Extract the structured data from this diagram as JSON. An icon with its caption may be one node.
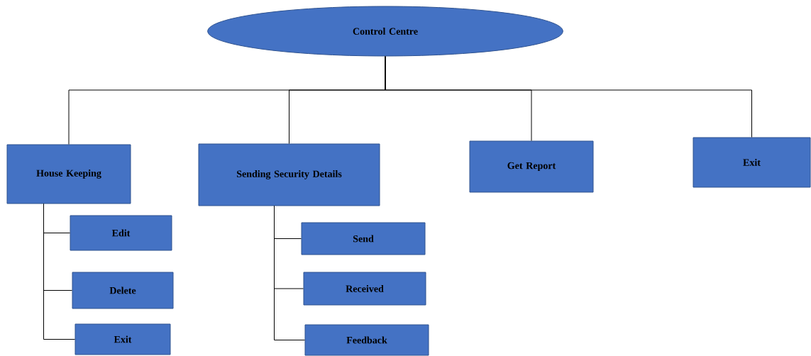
{
  "diagram": {
    "nodes": [
      {
        "text": [
          "Control Centre"
        ]
      },
      {
        "text": [
          "House Keeping"
        ]
      },
      {
        "text": [
          "Sending Security Details"
        ]
      },
      {
        "text": [
          "Get Report"
        ]
      },
      {
        "text": [
          "Exit"
        ]
      },
      {
        "text": [
          "Edit"
        ]
      },
      {
        "text": [
          "Delete"
        ]
      },
      {
        "text": [
          "Exit"
        ]
      },
      {
        "text": [
          "Send"
        ]
      },
      {
        "text": [
          "Received"
        ]
      },
      {
        "text": [
          "Feedback"
        ]
      }
    ],
    "edges": [
      {
        "from": 0,
        "to": 1,
        "arrow": "none"
      },
      {
        "from": 0,
        "to": 2,
        "arrow": "none"
      },
      {
        "from": 0,
        "to": 3,
        "arrow": "none"
      },
      {
        "from": 0,
        "to": 4,
        "arrow": "none"
      },
      {
        "from": 1,
        "to": 5,
        "arrow": "none"
      },
      {
        "from": 1,
        "to": 6,
        "arrow": "none"
      },
      {
        "from": 1,
        "to": 7,
        "arrow": "none"
      },
      {
        "from": 2,
        "to": 8,
        "arrow": "none"
      },
      {
        "from": 2,
        "to": 9,
        "arrow": "none"
      },
      {
        "from": 2,
        "to": 10,
        "arrow": "none"
      }
    ]
  }
}
